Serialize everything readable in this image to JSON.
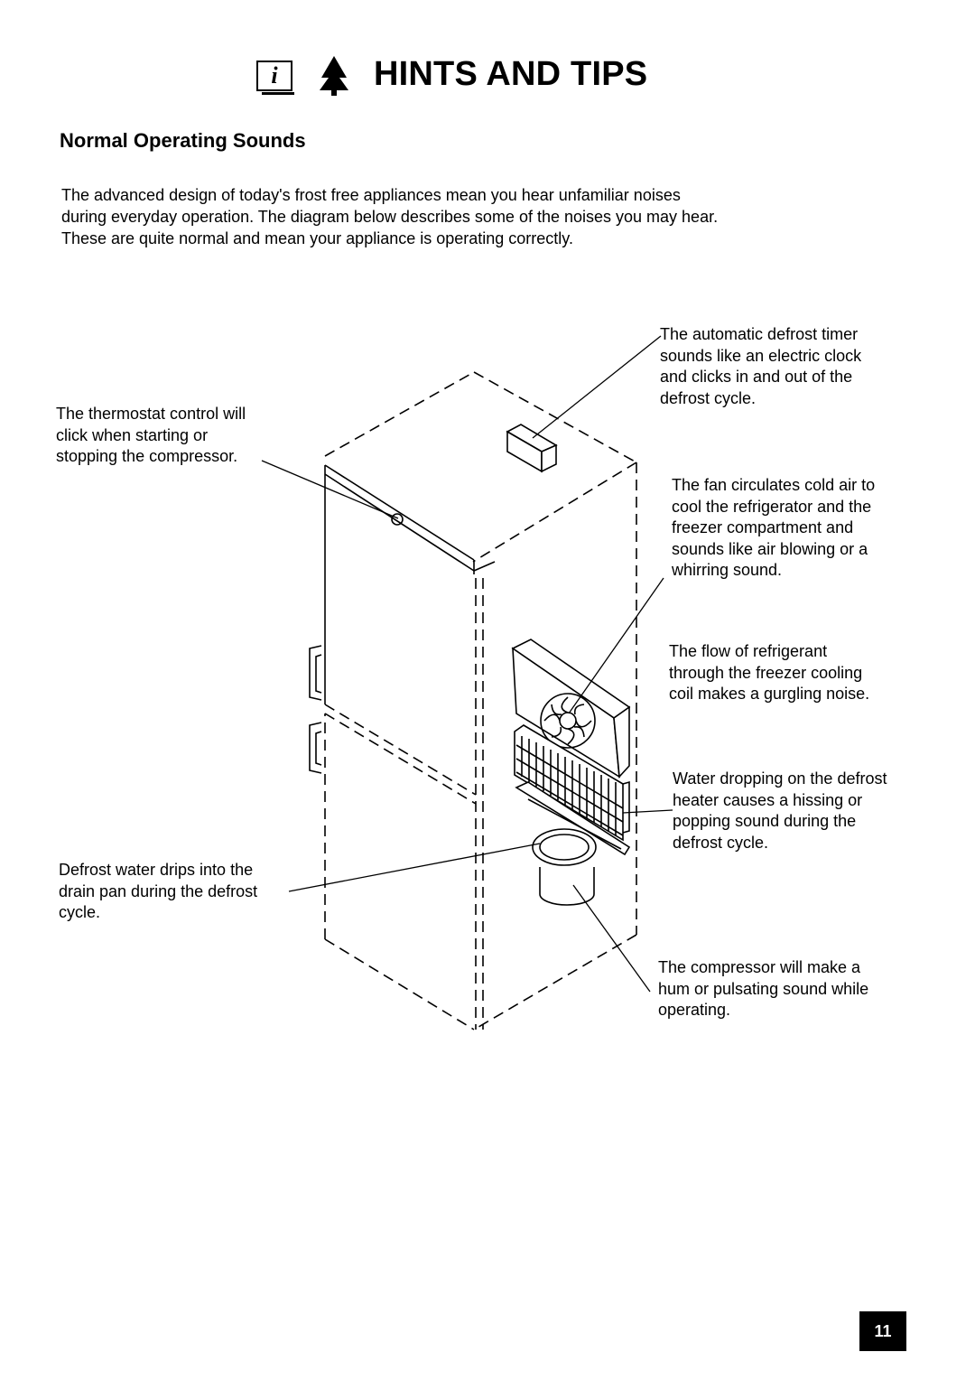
{
  "header": {
    "info_icon_glyph": "i",
    "icons": [
      "info-icon",
      "tree-icon"
    ],
    "title": "HINTS AND TIPS"
  },
  "section": {
    "title": "Normal Operating Sounds",
    "intro_lines": [
      "The advanced design of today's frost free appliances mean you hear unfamiliar noises",
      "during everyday operation. The diagram below describes some of the noises you may hear.",
      "These are quite normal and mean your appliance is operating correctly."
    ]
  },
  "callouts": {
    "thermostat": [
      "The thermostat control will",
      "click when starting or",
      "stopping the compressor."
    ],
    "defrost_timer": [
      "The automatic defrost timer",
      "sounds like an electric clock",
      "and clicks in and out of the",
      "defrost cycle."
    ],
    "fan": [
      "The fan circulates cold air to",
      "cool the refrigerator and the",
      "freezer compartment and",
      "sounds like air blowing or a",
      "whirring sound."
    ],
    "refrigerant": [
      "The flow of refrigerant",
      "through the freezer cooling",
      "coil makes a gurgling noise."
    ],
    "defrost_heater": [
      "Water dropping on the defrost",
      "heater causes a hissing or",
      "popping sound during the",
      "defrost cycle."
    ],
    "drain_pan": [
      "Defrost water drips into the",
      "drain pan during the defrost",
      "cycle."
    ],
    "compressor": [
      "The compressor will make a",
      "hum or pulsating sound while",
      "operating."
    ]
  },
  "page_number": "11"
}
